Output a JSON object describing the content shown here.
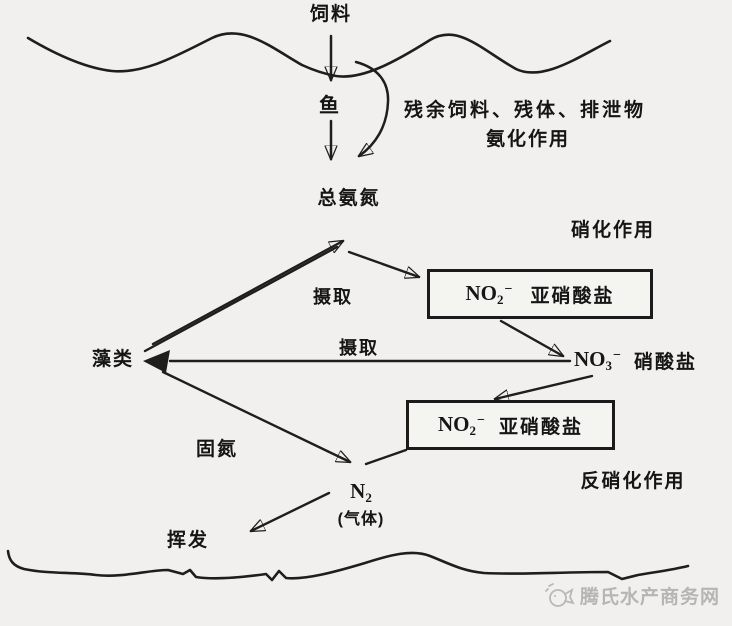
{
  "colors": {
    "background": "#f1f0ee",
    "ink": "#1e1e1e",
    "watermark": "#b5b5b4"
  },
  "labels": {
    "feed": "饲料",
    "fish": "鱼",
    "residue": "残余饲料、残体、排泄物",
    "ammonification": "氨化作用",
    "total_ammonia": "总氨氮",
    "nitrification": "硝化作用",
    "uptake_upper": "摄取",
    "uptake_lower": "摄取",
    "algae": "藻类",
    "nitrogen_fixation": "固氮",
    "denitrification": "反硝化作用",
    "volatilization": "挥发",
    "gas": "(气体)"
  },
  "formulas": {
    "nitrite_top": {
      "base": "NO",
      "sub": "2",
      "sup": "−",
      "name": "亚硝酸盐"
    },
    "nitrate": {
      "base": "NO",
      "sub": "3",
      "sup": "−",
      "name": "硝酸盐"
    },
    "nitrite_bottom": {
      "base": "NO",
      "sub": "2",
      "sup": "−",
      "name": "亚硝酸盐"
    },
    "n2": {
      "base": "N",
      "sub": "2"
    }
  },
  "watermark": {
    "text": "腾氏水产商务网"
  }
}
